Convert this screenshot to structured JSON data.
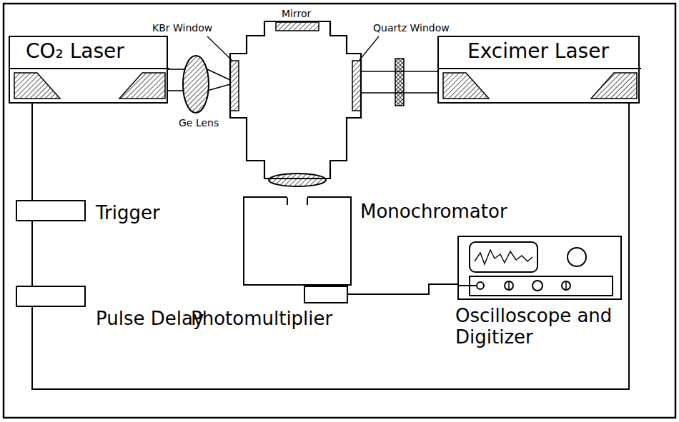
{
  "diagram": {
    "nodes": [
      {
        "text": [
          "CO₂ Laser"
        ]
      },
      {
        "text": [
          "Excimer Laser"
        ]
      },
      {
        "text": [
          "Monochromator"
        ]
      },
      {
        "text": [
          "Photomultiplier"
        ]
      },
      {
        "text": [
          "Oscilloscope and Digitizer"
        ]
      },
      {
        "text": [
          "Trigger"
        ]
      },
      {
        "text": [
          "Pulse Delay"
        ]
      }
    ],
    "edges": [
      {
        "from": 0,
        "to": 5,
        "arrow": "none"
      },
      {
        "from": 5,
        "to": 6,
        "arrow": "none"
      },
      {
        "from": 6,
        "to": 1,
        "arrow": "none"
      },
      {
        "from": 3,
        "to": 4,
        "arrow": "none"
      }
    ],
    "labels": [
      "KBr Window",
      "Mirror",
      "Quartz Window",
      "Ge Lens"
    ]
  }
}
